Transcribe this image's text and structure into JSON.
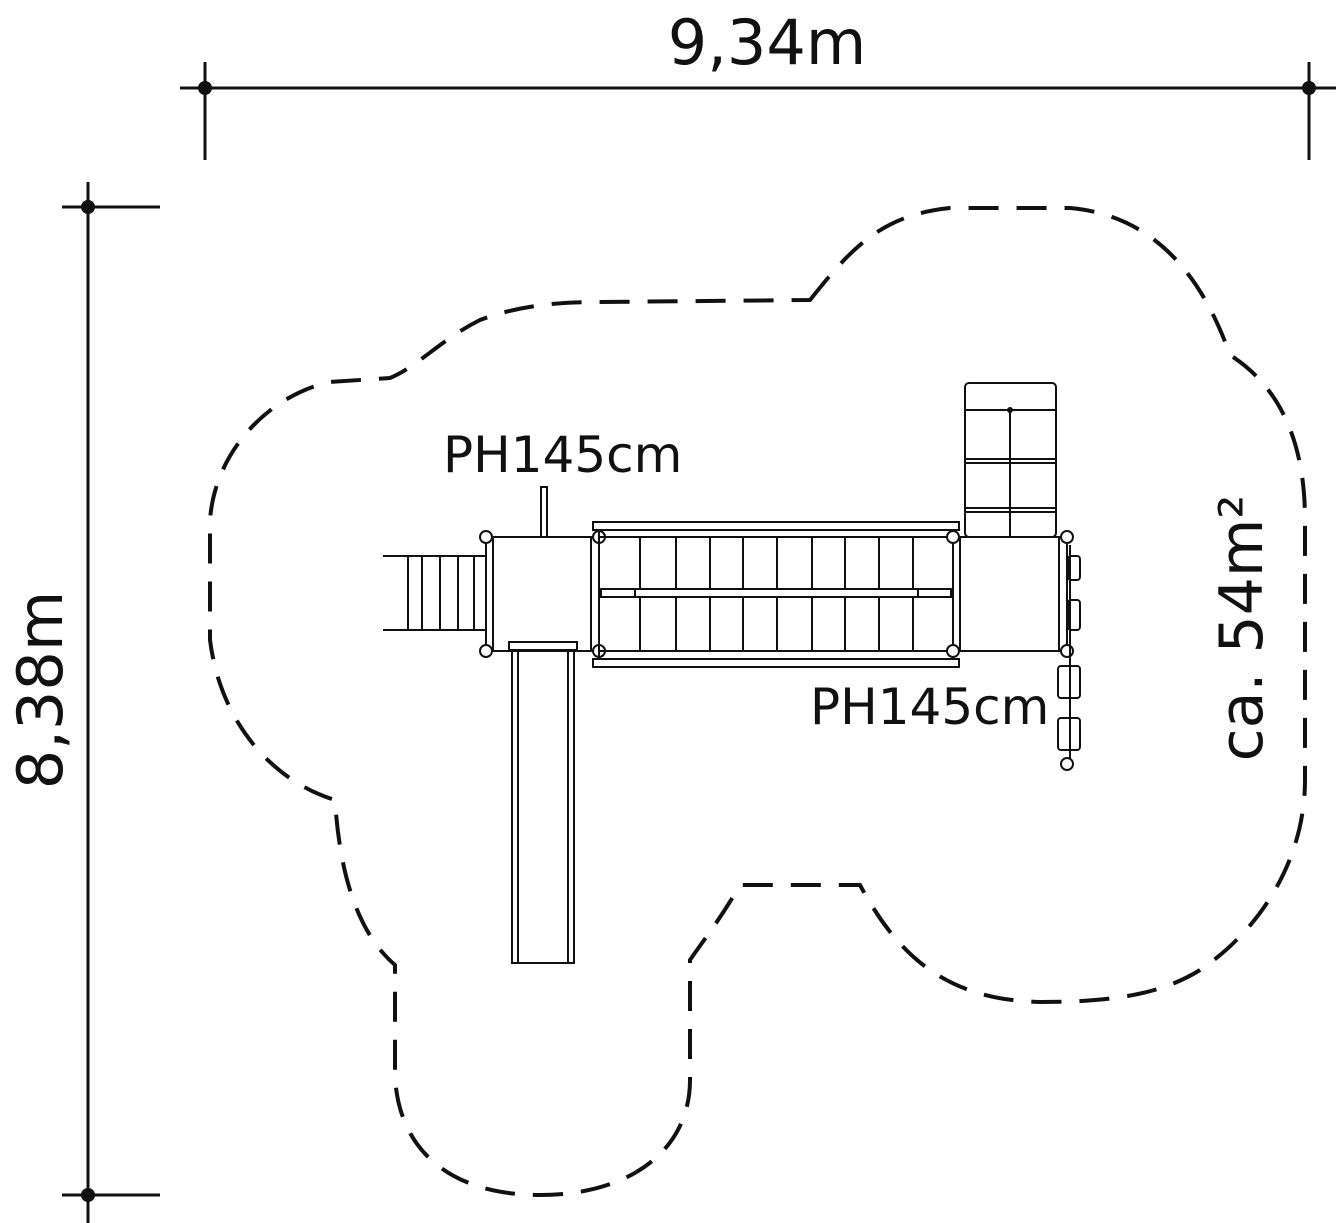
{
  "dimensions": {
    "width_label": "9,34m",
    "height_label": "8,38m"
  },
  "platform_labels": {
    "left_platform": "PH145cm",
    "right_platform": "PH145cm"
  },
  "area_label": "ca. 54m²",
  "colors": {
    "line": "#111111",
    "background": "#ffffff"
  }
}
